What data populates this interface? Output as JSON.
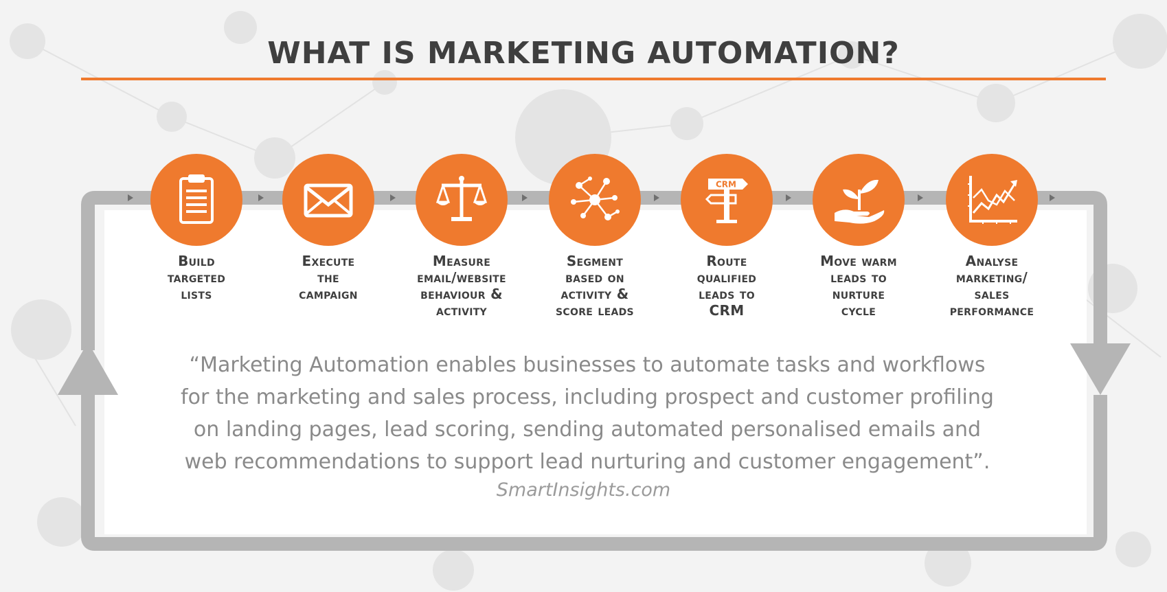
{
  "title": "WHAT IS MARKETING AUTOMATION?",
  "colors": {
    "accent": "#ef7a2e",
    "loop": "#b5b5b5",
    "text": "#3f3f3f",
    "quote": "#8a8a8a"
  },
  "steps": [
    {
      "icon": "clipboard-list-icon",
      "lines": [
        "Build",
        "targeted",
        "lists"
      ]
    },
    {
      "icon": "envelope-icon",
      "lines": [
        "Execute",
        "the",
        "campaign"
      ]
    },
    {
      "icon": "balance-scale-icon",
      "lines": [
        "Measure",
        "email/website",
        "behaviour &",
        "activity"
      ]
    },
    {
      "icon": "network-nodes-icon",
      "lines": [
        "Segment",
        "based on",
        "activity &",
        "score leads"
      ]
    },
    {
      "icon": "crm-signpost-icon",
      "lines": [
        "Route",
        "qualified",
        "leads to",
        "CRM"
      ]
    },
    {
      "icon": "seedling-hand-icon",
      "lines": [
        "Move warm",
        "leads to",
        "nurture",
        "cycle"
      ]
    },
    {
      "icon": "line-chart-icon",
      "lines": [
        "Analyse",
        "marketing/",
        "sales",
        "performance"
      ]
    }
  ],
  "signpost_label": "CRM",
  "quote_lines": [
    "“Marketing Automation enables businesses to automate tasks and workflows",
    "for the marketing and sales process, including prospect and customer profiling",
    "on landing pages, lead scoring, sending automated personalised emails and",
    "web recommendations to support lead nurturing and customer engagement”."
  ],
  "source": "SmartInsights.com"
}
